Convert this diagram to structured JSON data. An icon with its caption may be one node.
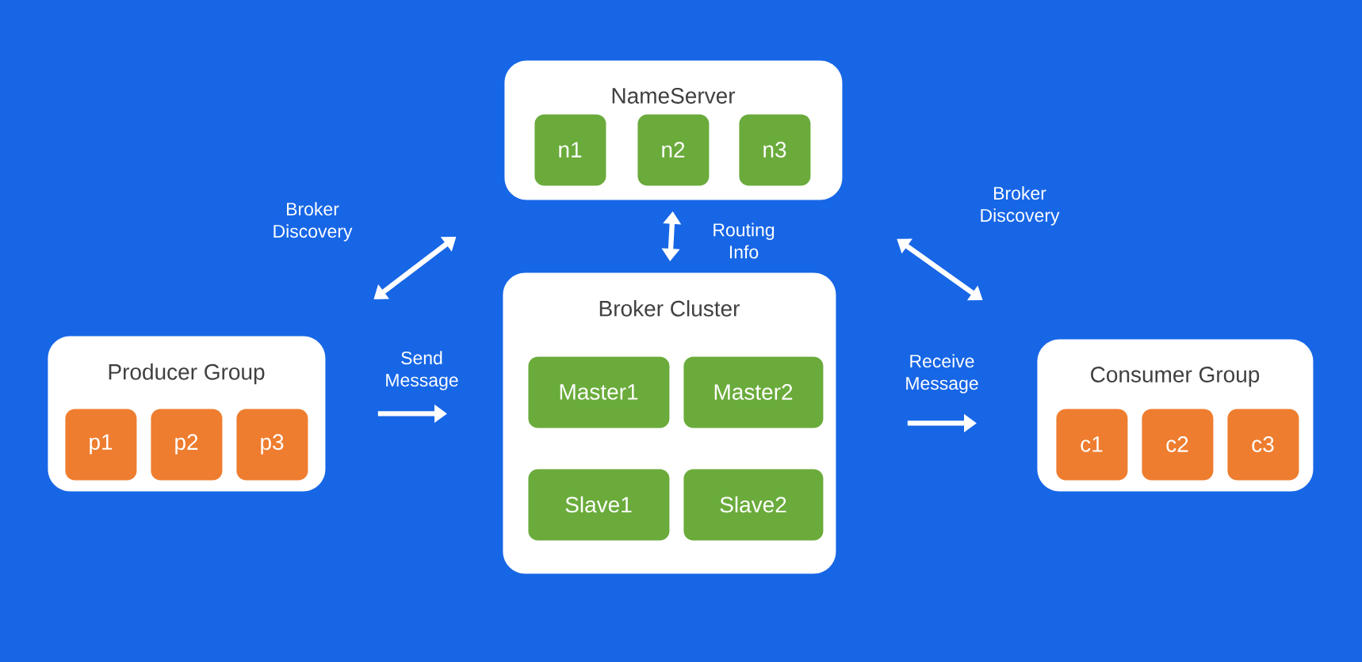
{
  "diagram": {
    "nodes": [
      {
        "text": [
          "NameServer"
        ]
      },
      {
        "text": [
          "n1"
        ],
        "in": 0
      },
      {
        "text": [
          "n2"
        ],
        "in": 0
      },
      {
        "text": [
          "n3"
        ],
        "in": 0
      },
      {
        "text": [
          "Broker Cluster"
        ]
      },
      {
        "text": [
          "Master1"
        ],
        "in": 4
      },
      {
        "text": [
          "Master2"
        ],
        "in": 4
      },
      {
        "text": [
          "Slave1"
        ],
        "in": 4
      },
      {
        "text": [
          "Slave2"
        ],
        "in": 4
      },
      {
        "text": [
          "Producer Group"
        ]
      },
      {
        "text": [
          "p1"
        ],
        "in": 9
      },
      {
        "text": [
          "p2"
        ],
        "in": 9
      },
      {
        "text": [
          "p3"
        ],
        "in": 9
      },
      {
        "text": [
          "Consumer Group"
        ]
      },
      {
        "text": [
          "c1"
        ],
        "in": 13
      },
      {
        "text": [
          "c2"
        ],
        "in": 13
      },
      {
        "text": [
          "c3"
        ],
        "in": 13
      }
    ],
    "edges": [
      {
        "from": 9,
        "to": 0,
        "arrow": "both",
        "label": "Broker Discovery"
      },
      {
        "from": 0,
        "to": 4,
        "arrow": "both",
        "label": "Routing Info"
      },
      {
        "from": 13,
        "to": 0,
        "arrow": "both",
        "label": "Broker Discovery"
      },
      {
        "from": 9,
        "to": 4,
        "arrow": "to",
        "label": "Send Message"
      },
      {
        "from": 4,
        "to": 13,
        "arrow": "to",
        "label": "Receive Message"
      }
    ]
  }
}
